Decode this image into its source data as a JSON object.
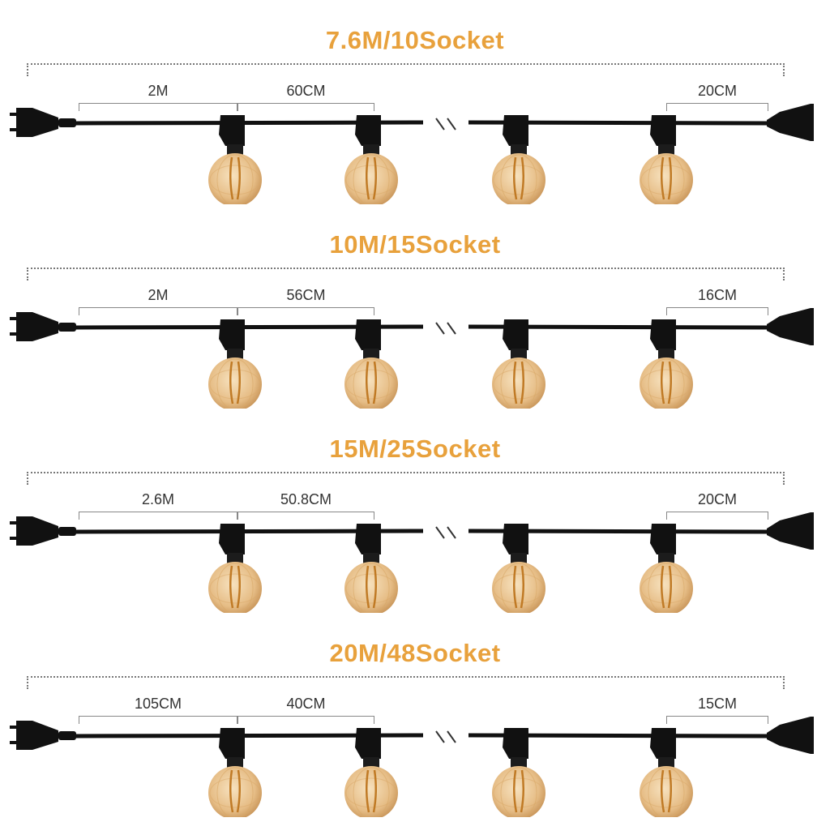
{
  "colors": {
    "title_accent": "#e8a13c",
    "cable": "#111111",
    "bulb_glass": "#e6bd86",
    "bulb_glow": "#f7e2bf",
    "filament": "#c07a25",
    "dimension_line": "#888888"
  },
  "icons": {
    "plug": "plug-icon",
    "socket": "end-socket-icon",
    "bulb": "light-bulb-icon",
    "break": "cable-break-marker"
  },
  "sections": [
    {
      "title": "7.6M/10Socket",
      "first_bulb_distance": "2M",
      "bulb_spacing": "60CM",
      "end_distance": "20CM"
    },
    {
      "title": "10M/15Socket",
      "first_bulb_distance": "2M",
      "bulb_spacing": "56CM",
      "end_distance": "16CM"
    },
    {
      "title": "15M/25Socket",
      "first_bulb_distance": "2.6M",
      "bulb_spacing": "50.8CM",
      "end_distance": "20CM"
    },
    {
      "title": "20M/48Socket",
      "first_bulb_distance": "105CM",
      "bulb_spacing": "40CM",
      "end_distance": "15CM"
    }
  ]
}
